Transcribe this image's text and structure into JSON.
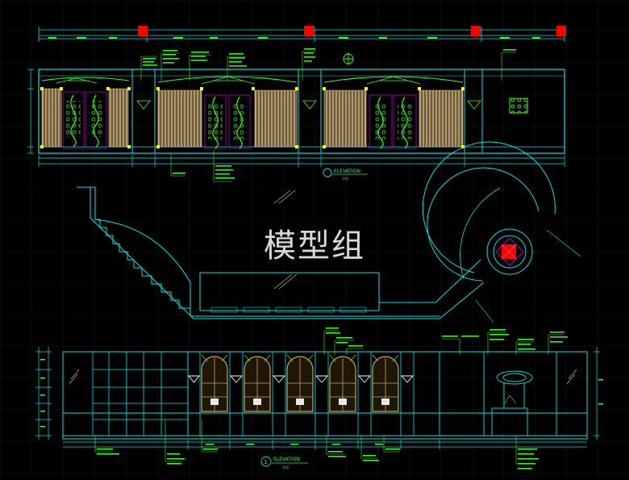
{
  "watermark": "模型组",
  "elevation_top": {
    "title": "ELEVATION",
    "scale": "???"
  },
  "elevation_bottom": {
    "number": "1",
    "title": "ELEVATION",
    "scale": "???"
  },
  "colors": {
    "background": "#000000",
    "outline": "#00e5e5",
    "annotation": "#39ff14",
    "wood": "#b8a27a",
    "marker_red": "#ff0000",
    "marker_yellow": "#ffff00",
    "grid": "#1c2430"
  }
}
